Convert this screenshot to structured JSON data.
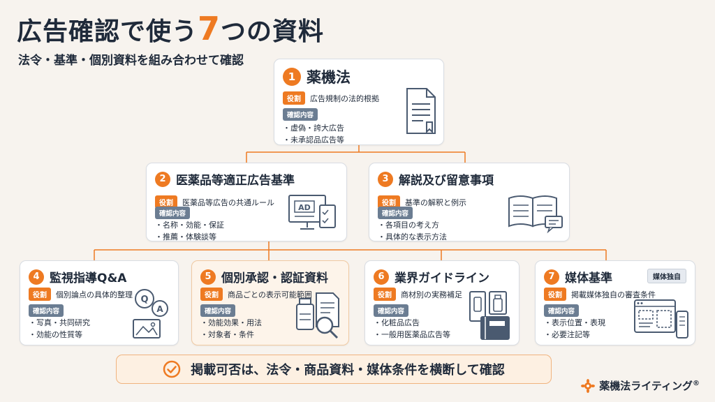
{
  "header": {
    "title_pre": "広告確認で使う",
    "title_num": "7",
    "title_post": "つの資料",
    "subtitle": "法令・基準・個別資料を組み合わせて確認"
  },
  "labels": {
    "role": "役割",
    "check": "確認内容"
  },
  "colors": {
    "accent": "#ee7a22",
    "navy": "#1f2a3a",
    "tag_gray": "#6b7d92",
    "background": "#f7f3ee"
  },
  "cards": [
    {
      "num": "1",
      "title": "薬機法",
      "role": "広告規制の法的根拠",
      "items": [
        "・虚偽・誇大広告",
        "・未承認品広告等"
      ],
      "icon": "document-icon"
    },
    {
      "num": "2",
      "title": "医薬品等適正広告基準",
      "role": "医薬品等広告の共通ルール",
      "items": [
        "・名称・効能・保証",
        "・推薦・体験談等"
      ],
      "icon": "ad-monitor-icon"
    },
    {
      "num": "3",
      "title": "解説及び留意事項",
      "role": "基準の解釈と例示",
      "items": [
        "・各項目の考え方",
        "・具体的な表示方法"
      ],
      "icon": "open-book-icon"
    },
    {
      "num": "4",
      "title": "監視指導Q&A",
      "role": "個別論点の具体的整理",
      "items": [
        "・写真・共同研究",
        "・効能の性質等"
      ],
      "icon": "qa-image-icon"
    },
    {
      "num": "5",
      "title": "個別承認・認証資料",
      "role": "商品ごとの表示可能範囲",
      "items": [
        "・効能効果・用法",
        "・対象者・条件"
      ],
      "icon": "bottle-magnifier-icon"
    },
    {
      "num": "6",
      "title": "業界ガイドライン",
      "role": "商材別の実務補足",
      "items": [
        "・化粧品広告",
        "・一般用医薬品広告等"
      ],
      "icon": "cosmetics-book-icon"
    },
    {
      "num": "7",
      "title": "媒体基準",
      "role": "掲載媒体独自の審査条件",
      "items": [
        "・表示位置・表現",
        "・必要注記等"
      ],
      "tag": "媒体独自",
      "icon": "layout-device-icon"
    }
  ],
  "banner": {
    "text": "掲載可否は、法令・商品資料・媒体条件を横断して確認",
    "icon": "check-circle-icon"
  },
  "brand": {
    "name": "薬機法ライティング",
    "mark": "®",
    "icon": "leaf-logo-icon"
  }
}
